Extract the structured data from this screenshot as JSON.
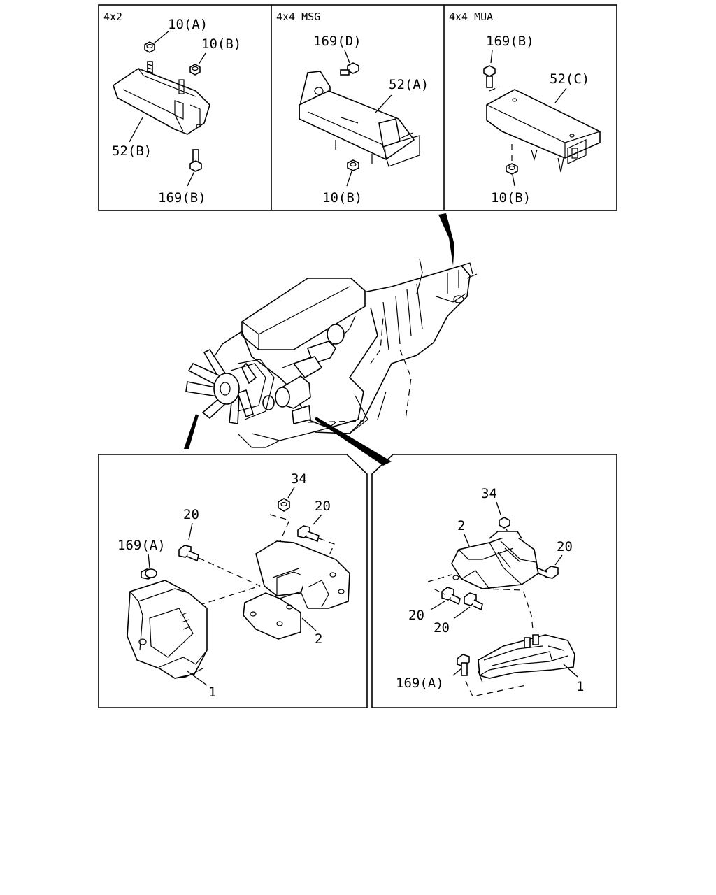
{
  "panels": {
    "p4x2": {
      "header": "4x2",
      "labels": {
        "nut_a": "10(A)",
        "nut_b": "10(B)",
        "mount": "52(B)",
        "bolt": "169(B)"
      }
    },
    "p4x4msg": {
      "header": "4x4  MSG",
      "labels": {
        "bolt": "169(D)",
        "mount": "52(A)",
        "nut": "10(B)"
      }
    },
    "p4x4mua": {
      "header": "4x4  MUA",
      "labels": {
        "bolt": "169(B)",
        "mount": "52(C)",
        "nut": "10(B)"
      }
    },
    "left_mount": {
      "labels": {
        "nut": "34",
        "bolt_right": "20",
        "bolt_left": "20",
        "mount_bolt": "169(A)",
        "bracket": "2",
        "mount": "1"
      }
    },
    "right_mount": {
      "labels": {
        "nut": "34",
        "bracket": "2",
        "bolt_right": "20",
        "bolt_a": "20",
        "bolt_b": "20",
        "mount_bolt": "169(A)",
        "mount": "1"
      }
    }
  }
}
